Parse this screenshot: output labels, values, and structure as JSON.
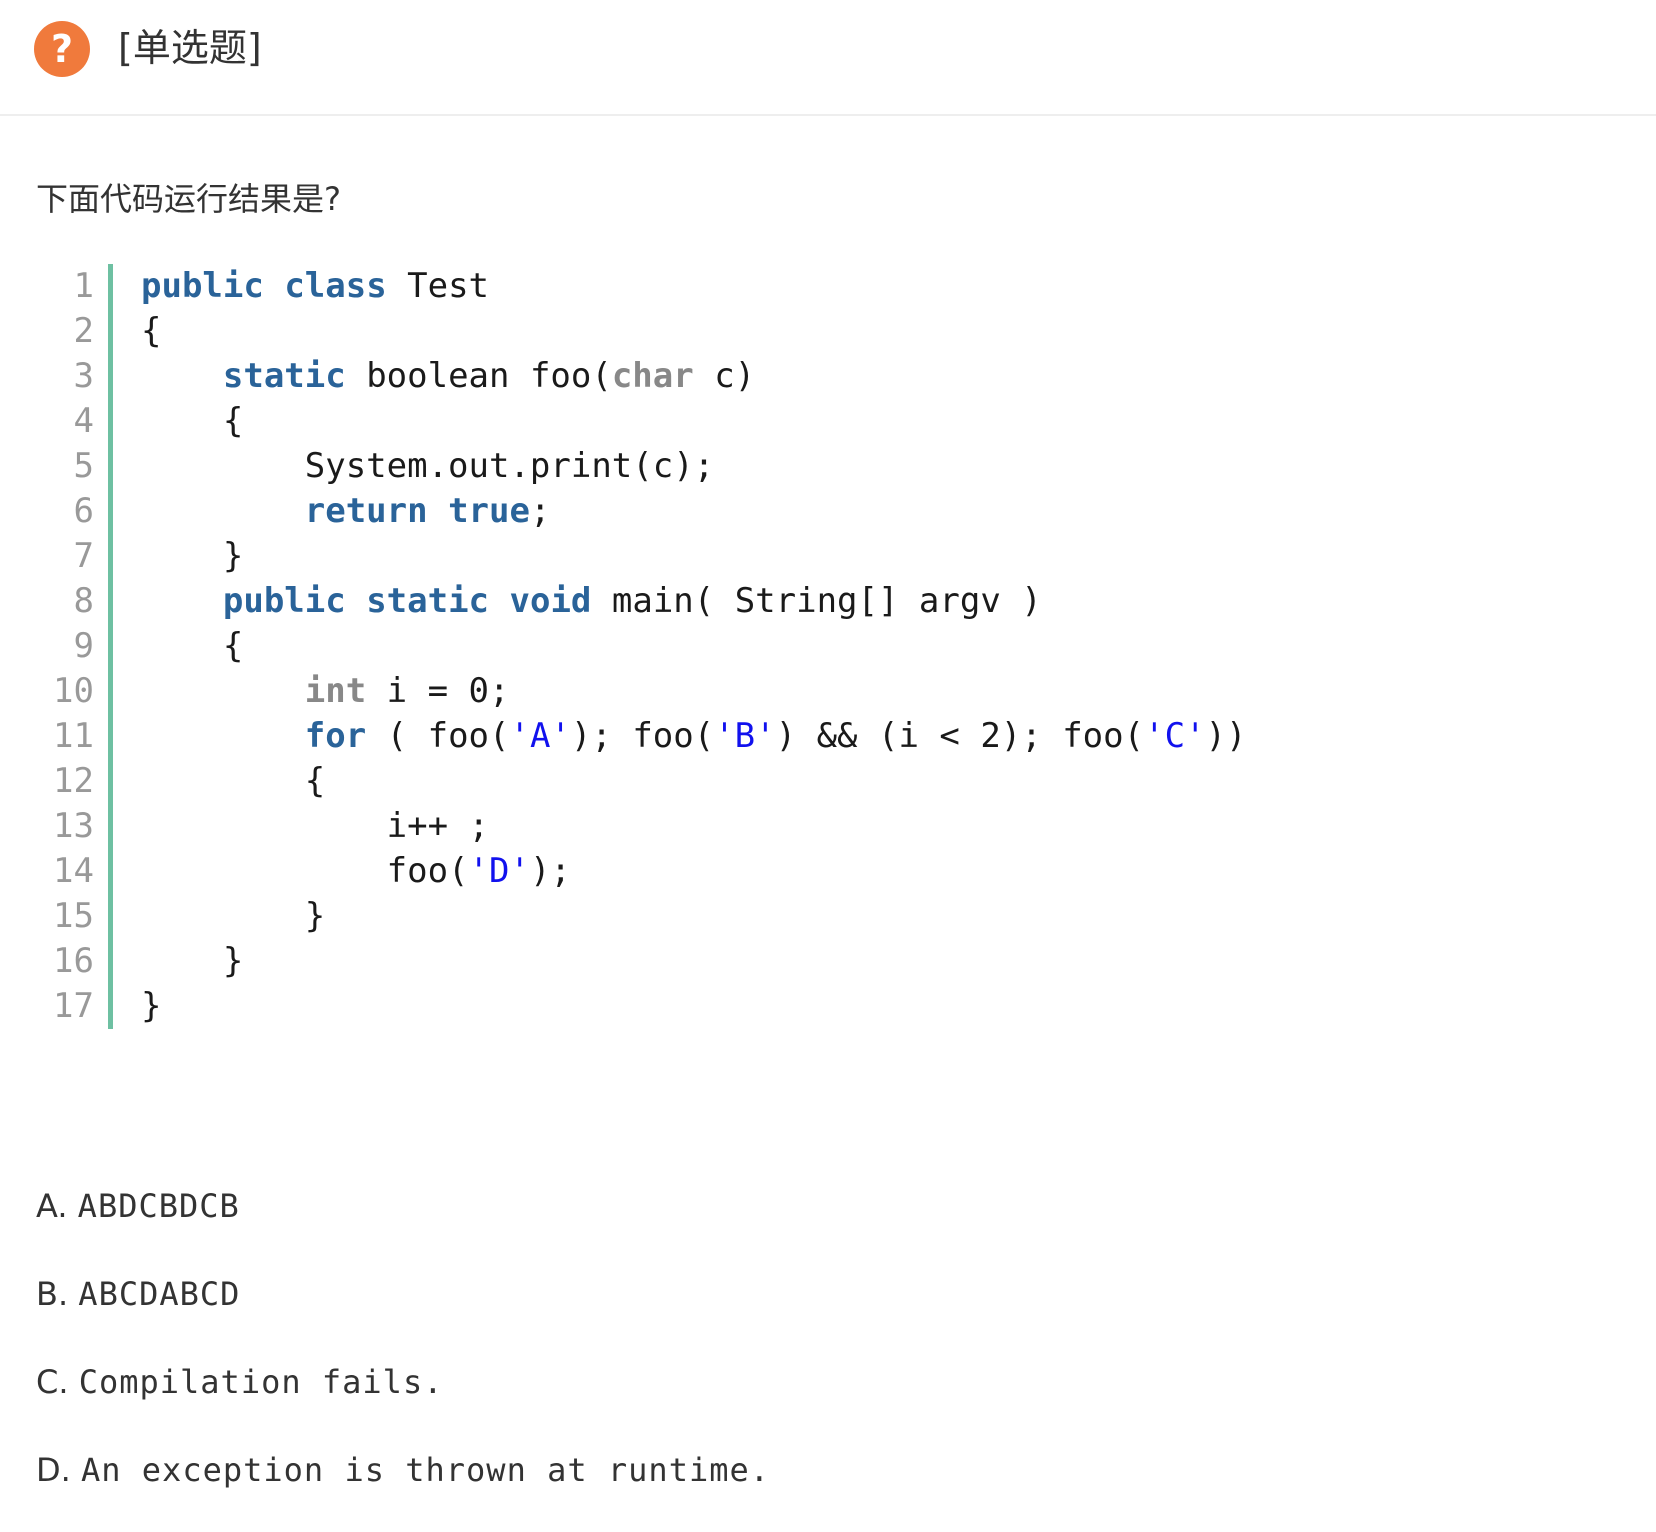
{
  "question": {
    "icon": "question-circle-icon",
    "type_label": "[单选题]",
    "stem": "下面代码运行结果是?"
  },
  "code": {
    "lines": [
      {
        "no": "1",
        "indent": "",
        "tokens": [
          {
            "t": "public",
            "c": "kw"
          },
          {
            "t": " "
          },
          {
            "t": "class",
            "c": "kw"
          },
          {
            "t": " Test"
          }
        ]
      },
      {
        "no": "2",
        "indent": "",
        "tokens": [
          {
            "t": "{"
          }
        ]
      },
      {
        "no": "3",
        "indent": "    ",
        "tokens": [
          {
            "t": "static",
            "c": "kw"
          },
          {
            "t": " boolean foo("
          },
          {
            "t": "char",
            "c": "ty"
          },
          {
            "t": " c)"
          }
        ]
      },
      {
        "no": "4",
        "indent": "    ",
        "tokens": [
          {
            "t": "{"
          }
        ]
      },
      {
        "no": "5",
        "indent": "        ",
        "tokens": [
          {
            "t": "System.out.print(c);"
          }
        ]
      },
      {
        "no": "6",
        "indent": "        ",
        "tokens": [
          {
            "t": "return",
            "c": "kw"
          },
          {
            "t": " "
          },
          {
            "t": "true",
            "c": "kw"
          },
          {
            "t": ";"
          }
        ]
      },
      {
        "no": "7",
        "indent": "    ",
        "tokens": [
          {
            "t": "}"
          }
        ]
      },
      {
        "no": "8",
        "indent": "    ",
        "tokens": [
          {
            "t": "public",
            "c": "kw"
          },
          {
            "t": " "
          },
          {
            "t": "static",
            "c": "kw"
          },
          {
            "t": " "
          },
          {
            "t": "void",
            "c": "kw"
          },
          {
            "t": " main( String[] argv )"
          }
        ]
      },
      {
        "no": "9",
        "indent": "    ",
        "tokens": [
          {
            "t": "{"
          }
        ]
      },
      {
        "no": "10",
        "indent": "        ",
        "tokens": [
          {
            "t": "int",
            "c": "ty"
          },
          {
            "t": " i = 0;"
          }
        ]
      },
      {
        "no": "11",
        "indent": "        ",
        "tokens": [
          {
            "t": "for",
            "c": "kw"
          },
          {
            "t": " ( foo("
          },
          {
            "t": "'A'",
            "c": "str"
          },
          {
            "t": "); foo("
          },
          {
            "t": "'B'",
            "c": "str"
          },
          {
            "t": ") && (i < 2); foo("
          },
          {
            "t": "'C'",
            "c": "str"
          },
          {
            "t": "))"
          }
        ]
      },
      {
        "no": "12",
        "indent": "        ",
        "tokens": [
          {
            "t": "{"
          }
        ]
      },
      {
        "no": "13",
        "indent": "            ",
        "tokens": [
          {
            "t": "i++ ;"
          }
        ]
      },
      {
        "no": "14",
        "indent": "            ",
        "tokens": [
          {
            "t": "foo("
          },
          {
            "t": "'D'",
            "c": "str"
          },
          {
            "t": ");"
          }
        ]
      },
      {
        "no": "15",
        "indent": "        ",
        "tokens": [
          {
            "t": "}"
          }
        ]
      },
      {
        "no": "16",
        "indent": "    ",
        "tokens": [
          {
            "t": "}"
          }
        ]
      },
      {
        "no": "17",
        "indent": "",
        "tokens": [
          {
            "t": "}"
          }
        ]
      }
    ]
  },
  "options": [
    {
      "letter": "A.",
      "text": "ABDCBDCB"
    },
    {
      "letter": "B.",
      "text": "ABCDABCD"
    },
    {
      "letter": "C.",
      "text": "Compilation fails."
    },
    {
      "letter": "D.",
      "text": "An exception is thrown at runtime."
    }
  ],
  "colors": {
    "icon_bg": "#f07a3c",
    "keyword": "#2a6399",
    "type_keyword": "#888888",
    "string_literal": "#1111ee",
    "gutter_border": "#6ec0a2",
    "line_number": "#999999"
  }
}
